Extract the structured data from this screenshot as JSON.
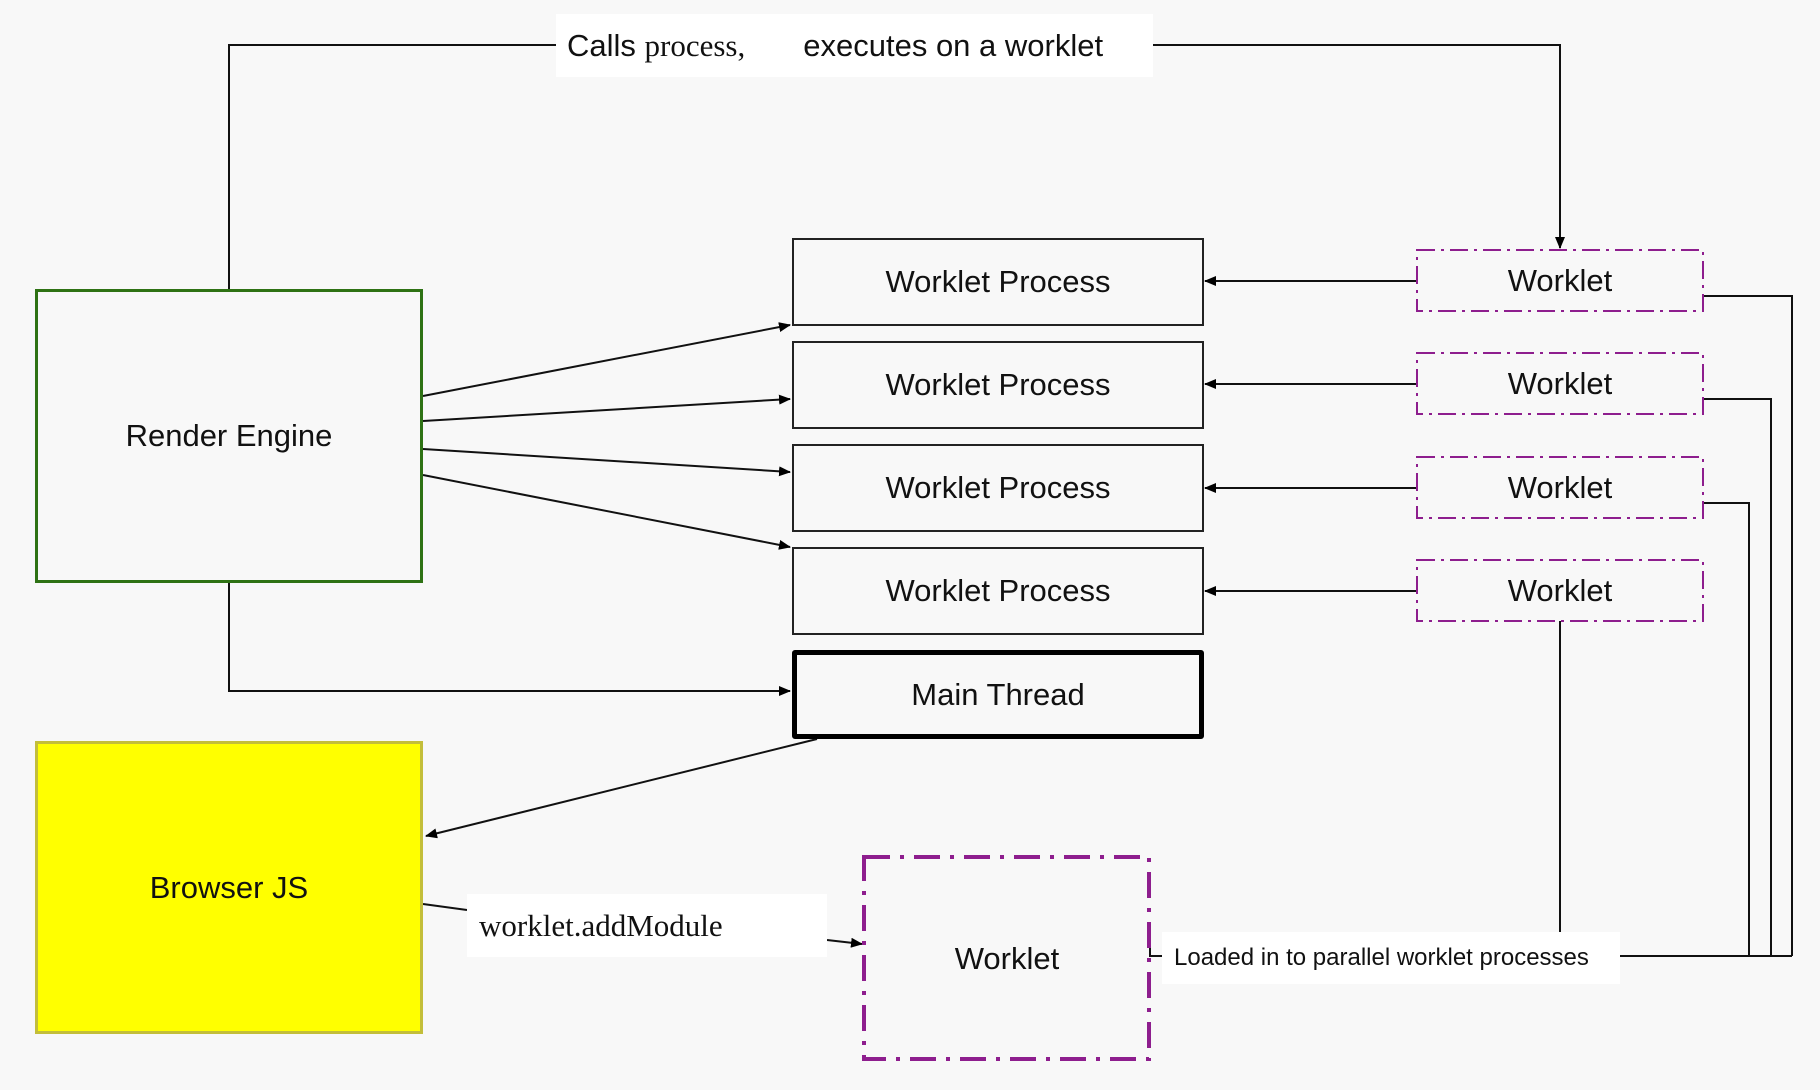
{
  "diagram": {
    "background": "#f8f8f8",
    "nodes": {
      "render_engine": {
        "label": "Render Engine",
        "border_color": "#2e7214"
      },
      "browser_js": {
        "label": "Browser JS",
        "fill_color": "#ffff00",
        "border_color": "#c3be3a"
      },
      "worklet_processes": [
        {
          "label": "Worklet Process"
        },
        {
          "label": "Worklet Process"
        },
        {
          "label": "Worklet Process"
        },
        {
          "label": "Worklet Process"
        }
      ],
      "main_thread": {
        "label": "Main Thread"
      },
      "worklets": [
        {
          "label": "Worklet"
        },
        {
          "label": "Worklet"
        },
        {
          "label": "Worklet"
        },
        {
          "label": "Worklet"
        }
      ],
      "source_worklet": {
        "label": "Worklet"
      },
      "worklet_border_color": "#8e1e8e"
    },
    "edge_labels": {
      "top_call_prefix": "Calls ",
      "top_call_code": "process,",
      "top_call_suffix": "executes on a worklet",
      "add_module": "worklet.addModule",
      "loaded": "Loaded in to parallel worklet processes"
    },
    "edges": [
      {
        "from": "Render Engine",
        "to": "Worklet (1)",
        "label": "Calls process, executes on a worklet"
      },
      {
        "from": "Render Engine",
        "to": "Worklet Process (1)"
      },
      {
        "from": "Render Engine",
        "to": "Worklet Process (2)"
      },
      {
        "from": "Render Engine",
        "to": "Worklet Process (3)"
      },
      {
        "from": "Render Engine",
        "to": "Worklet Process (4)"
      },
      {
        "from": "Render Engine",
        "to": "Main Thread"
      },
      {
        "from": "Worklet (1)",
        "to": "Worklet Process (1)"
      },
      {
        "from": "Worklet (2)",
        "to": "Worklet Process (2)"
      },
      {
        "from": "Worklet (3)",
        "to": "Worklet Process (3)"
      },
      {
        "from": "Worklet (4)",
        "to": "Worklet Process (4)"
      },
      {
        "from": "Main Thread",
        "to": "Browser JS"
      },
      {
        "from": "Browser JS",
        "to": "Worklet (source)",
        "label": "worklet.addModule"
      },
      {
        "from": "Worklet (source)",
        "to": "Worklets (1-4)",
        "label": "Loaded in to parallel worklet processes"
      }
    ]
  }
}
